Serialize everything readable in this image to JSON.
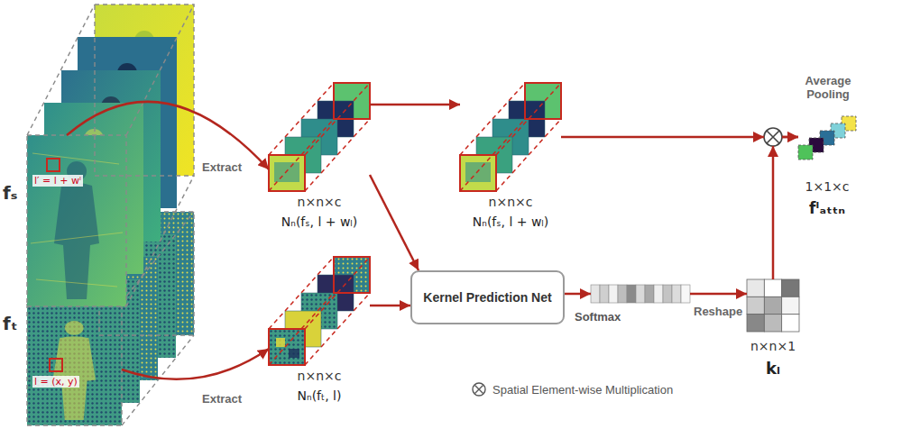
{
  "diagram": {
    "nodes": [
      {
        "text": [
          "fₛ",
          "l′ = l + wˡ"
        ]
      },
      {
        "text": [
          "fₜ",
          "l = (x, y)"
        ]
      },
      {
        "text": [
          "n×n×c",
          "Nₙ(fₛ, l + wₗ)"
        ]
      },
      {
        "text": [
          "n×n×c",
          "Nₙ(fₜ, l)"
        ]
      },
      {
        "text": [
          "n×n×c",
          "Nₙ(fₛ, l + wₗ)"
        ]
      },
      {
        "text": [
          "Kernel Prediction Net"
        ]
      },
      {
        "text": [
          "Softmax"
        ]
      },
      {
        "text": [
          "n×n×1",
          "kₗ"
        ]
      },
      {
        "text": [
          "1×1×c",
          "fˡₐₜₜₙ"
        ]
      }
    ],
    "edges": [
      {
        "from": 0,
        "to": 2,
        "label": "Extract",
        "arrow": "to"
      },
      {
        "from": 1,
        "to": 3,
        "label": "Extract",
        "arrow": "to"
      },
      {
        "from": 2,
        "to": 4,
        "arrow": "to"
      },
      {
        "from": 2,
        "to": 5,
        "arrow": "to"
      },
      {
        "from": 3,
        "to": 5,
        "arrow": "to"
      },
      {
        "from": 5,
        "to": 6,
        "arrow": "to"
      },
      {
        "from": 6,
        "to": 7,
        "label": "Reshape",
        "arrow": "to"
      },
      {
        "from": 4,
        "to": 8,
        "label": "Average Pooling",
        "arrow": "to"
      },
      {
        "from": 7,
        "to": 8,
        "arrow": "to"
      }
    ],
    "legend": [
      {
        "text": "Spatial Element-wise Multiplication"
      }
    ]
  }
}
